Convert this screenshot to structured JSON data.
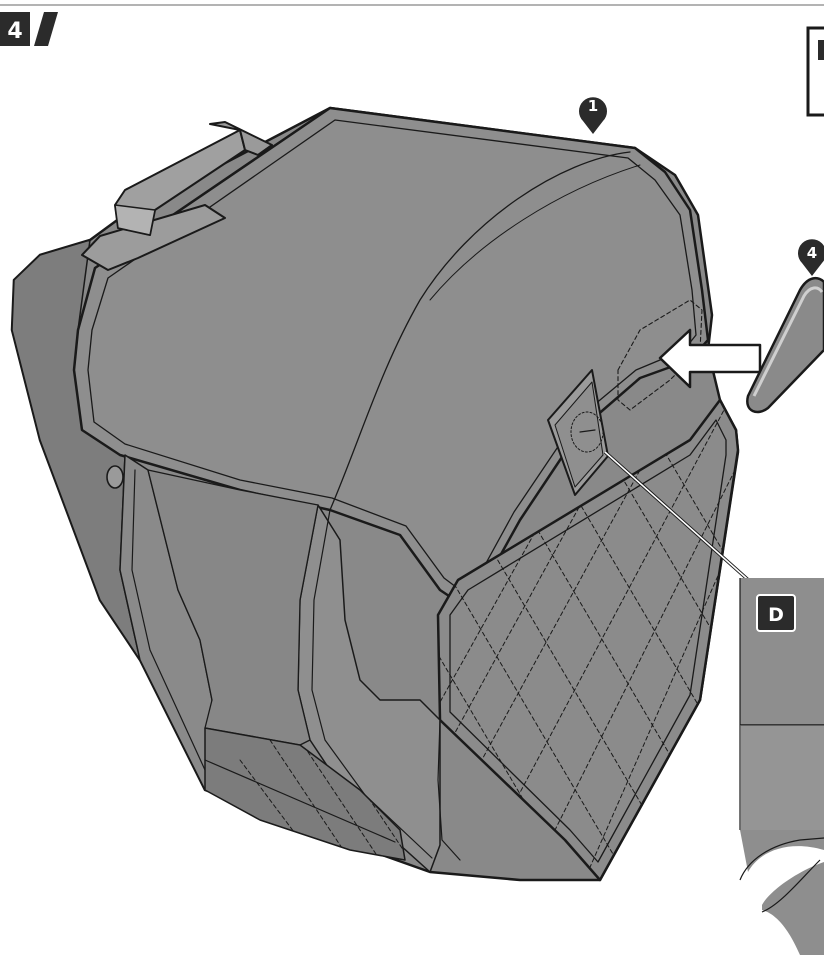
{
  "step": {
    "number": "4"
  },
  "callouts": {
    "part_main": "1",
    "part_strip": "4",
    "detail": "D"
  },
  "colors": {
    "body": "#898989",
    "body_light": "#a3a3a3",
    "body_dark": "#6f6f6f",
    "outline": "#1a1a1a",
    "badge": "#2b2b2b",
    "badge_text": "#ffffff",
    "strip": "#8a8a8a",
    "strip_highlight": "#cfcfcf"
  },
  "icons": {
    "step_badge": "step-number-badge",
    "callout_pin": "callout-pin-icon",
    "arrow": "insert-arrow-icon",
    "emblem": "logo-emblem-icon",
    "detail_badge": "detail-letter-badge"
  }
}
